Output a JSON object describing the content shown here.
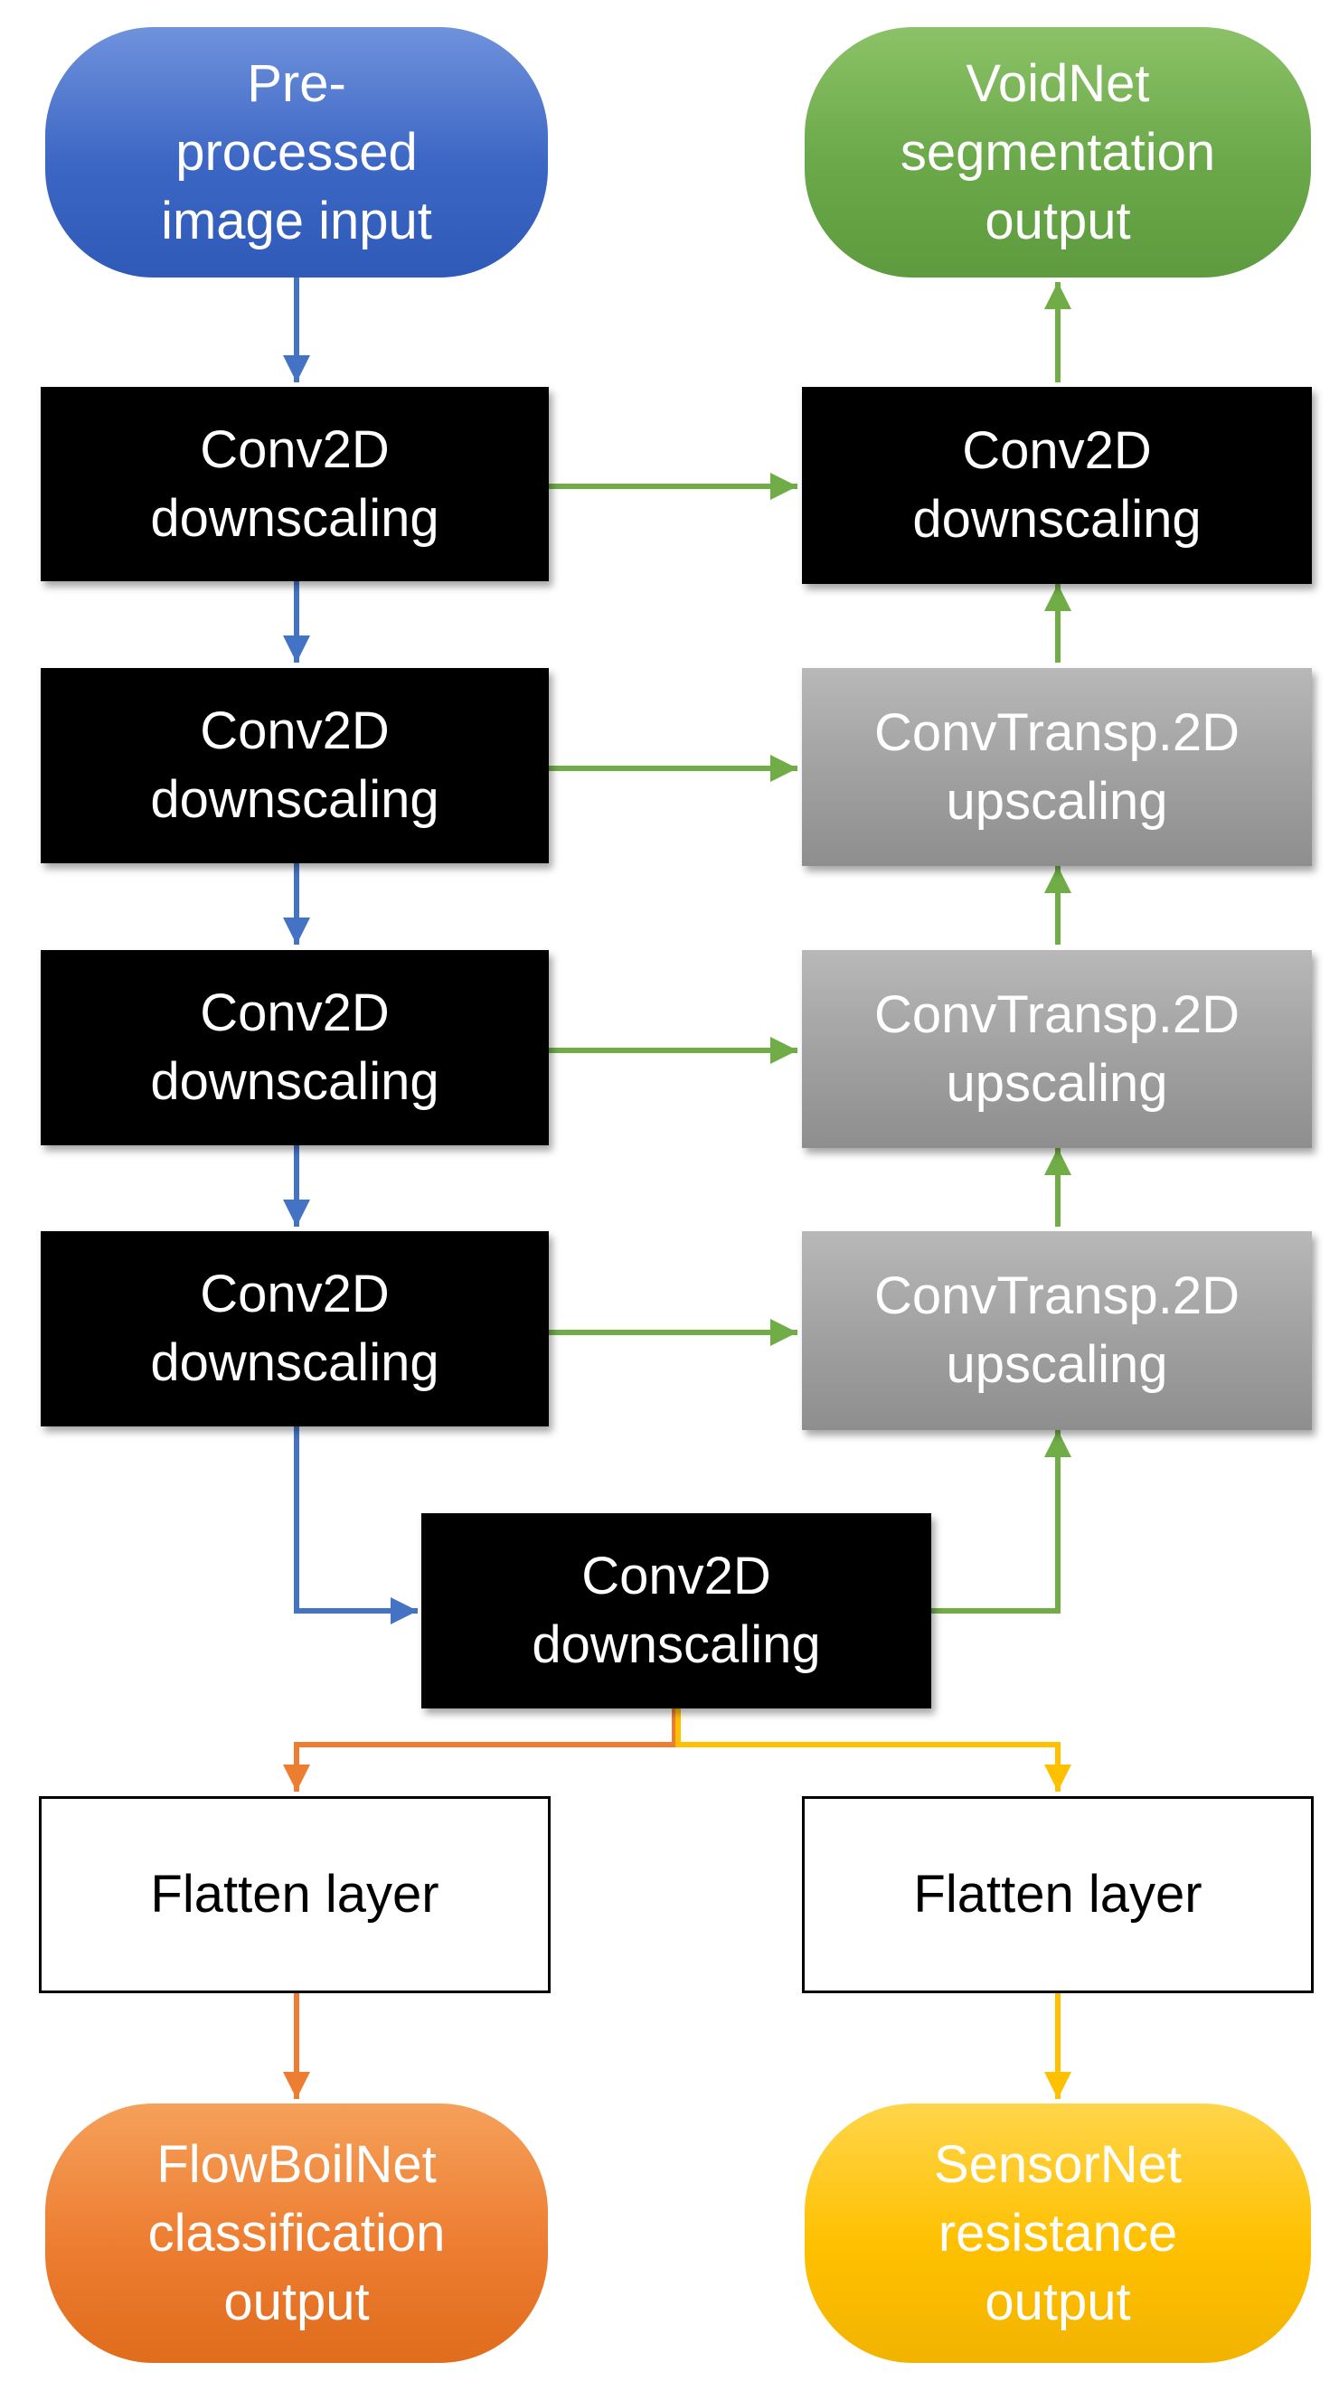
{
  "colors": {
    "blue": "#4472c4",
    "green": "#70ad47",
    "orange": "#ed7d31",
    "yellow": "#ffc000",
    "encoder_block": "#000000",
    "decoder_block": "#a6a6a6"
  },
  "input": {
    "label": "Pre-\nprocessed\nimage input"
  },
  "voidnet_output": {
    "label": "VoidNet\nsegmentation\noutput"
  },
  "encoder": [
    {
      "label": "Conv2D\ndownscaling"
    },
    {
      "label": "Conv2D\ndownscaling"
    },
    {
      "label": "Conv2D\ndownscaling"
    },
    {
      "label": "Conv2D\ndownscaling"
    }
  ],
  "bottleneck": {
    "label": "Conv2D\ndownscaling"
  },
  "decoder_final": {
    "label": "Conv2D\ndownscaling"
  },
  "decoder": [
    {
      "label": "ConvTransp.2D\nupscaling"
    },
    {
      "label": "ConvTransp.2D\nupscaling"
    },
    {
      "label": "ConvTransp.2D\nupscaling"
    }
  ],
  "flatten_left": {
    "label": "Flatten layer"
  },
  "flatten_right": {
    "label": "Flatten layer"
  },
  "flowboilnet_output": {
    "label": "FlowBoilNet\nclassification\noutput"
  },
  "sensornet_output": {
    "label": "SensorNet\nresistance\noutput"
  }
}
